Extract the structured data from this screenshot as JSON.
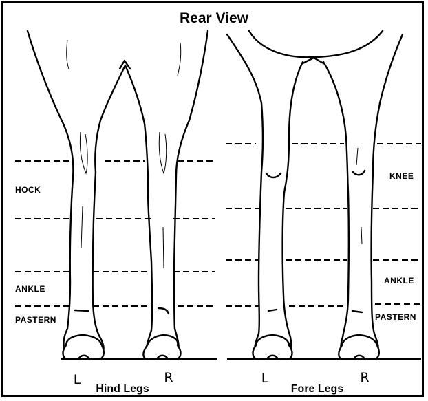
{
  "title": "Rear View",
  "hind": {
    "labels": {
      "hock": "HOCK",
      "ankle": "ANKLE",
      "pastern": "PASTERN"
    },
    "left": "L",
    "right": "R",
    "caption": "Hind Legs"
  },
  "fore": {
    "labels": {
      "knee": "KNEE",
      "ankle": "ANKLE",
      "pastern": "PASTERN"
    },
    "left": "L",
    "right": "R",
    "caption": "Fore Legs"
  }
}
